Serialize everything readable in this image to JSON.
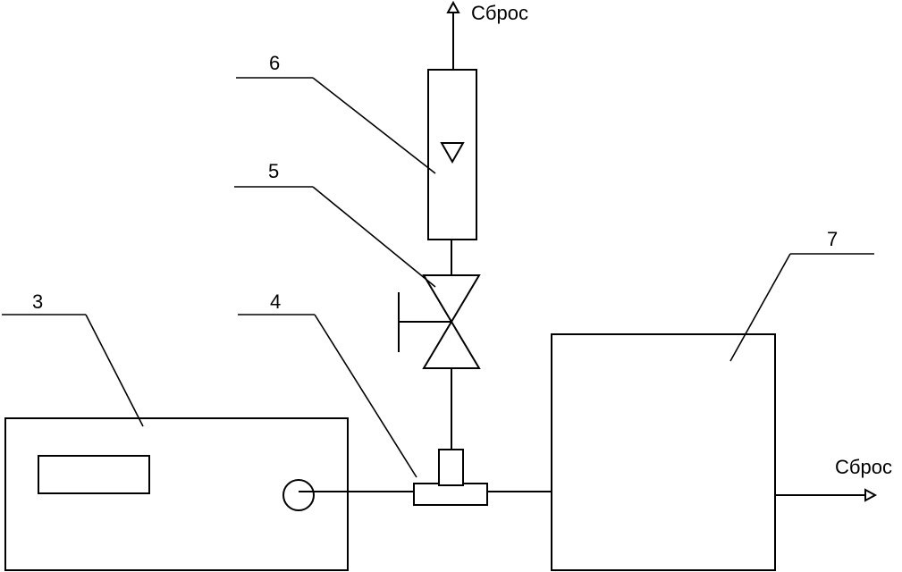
{
  "labels": {
    "device_3": "3",
    "tee_4": "4",
    "valve_5": "5",
    "flowmeter_6": "6",
    "analyzer_7": "7"
  },
  "outlets": {
    "top_exhaust": "Сброс",
    "right_exhaust": "Сброс"
  }
}
